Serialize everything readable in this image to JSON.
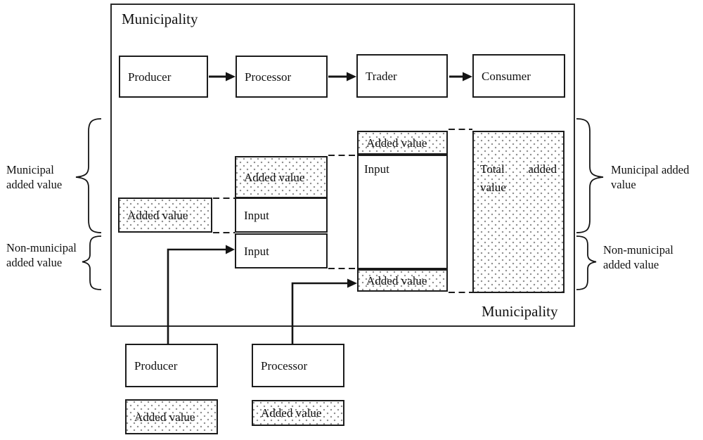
{
  "diagram": {
    "municipality_label_top": "Municipality",
    "municipality_label_bottom": "Municipality",
    "chain": [
      {
        "label": "Producer"
      },
      {
        "label": "Processor"
      },
      {
        "label": "Trader"
      },
      {
        "label": "Consumer"
      }
    ],
    "producer_column": {
      "added_value": "Added value"
    },
    "processor_column": {
      "added_value": "Added value",
      "input_municipal": "Input",
      "input_non_municipal": "Input"
    },
    "trader_column": {
      "added_value_top": "Added value",
      "input": "Input",
      "added_value_bottom": "Added value"
    },
    "total_box": {
      "label": "Total added value"
    },
    "left_brackets": [
      {
        "label": "Municipal added value"
      },
      {
        "label": "Non-municipal added value"
      }
    ],
    "right_brackets": [
      {
        "label": "Municipal added value"
      },
      {
        "label": "Non-municipal added value"
      }
    ],
    "external": {
      "producer": {
        "label": "Producer",
        "added_value": "Added value"
      },
      "processor": {
        "label": "Processor",
        "added_value": "Added value"
      }
    },
    "colors": {
      "line": "#1c1c1c",
      "dot": "#8d8d8d",
      "background": "#ffffff"
    }
  }
}
